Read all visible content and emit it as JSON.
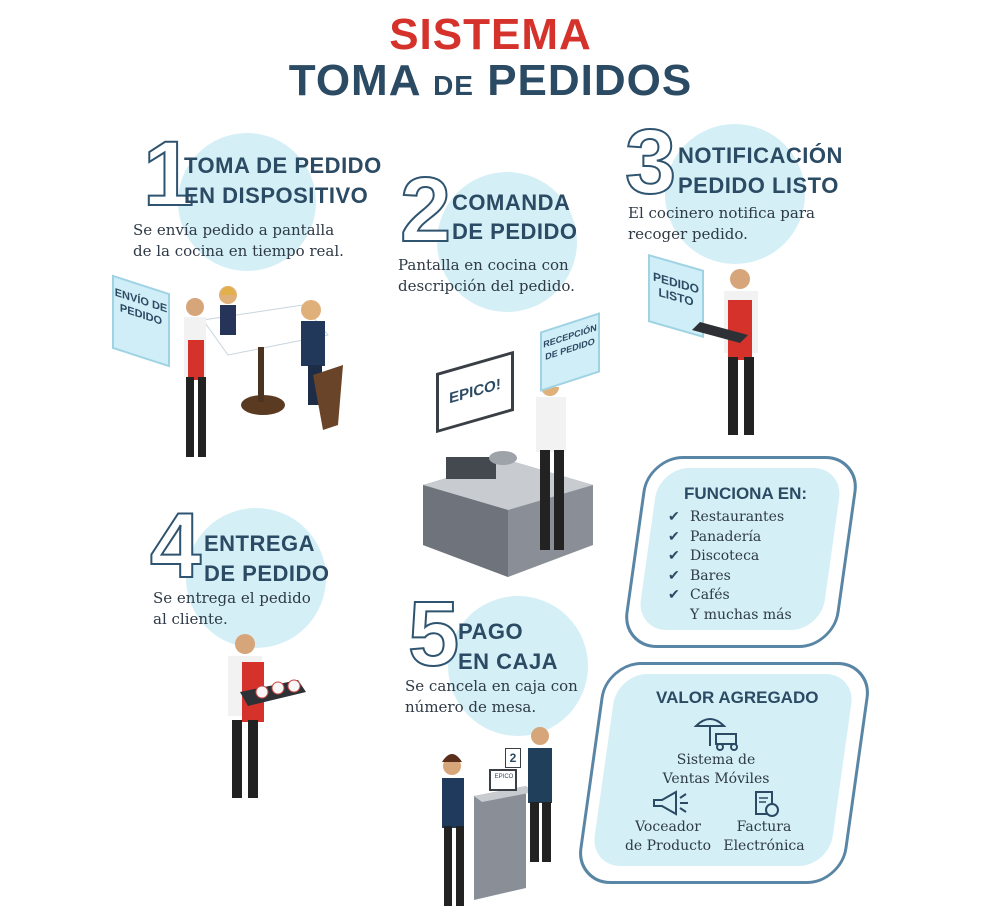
{
  "title": {
    "line1": "SISTEMA",
    "line2a": "TOMA ",
    "line2b": "DE",
    "line2c": " PEDIDOS"
  },
  "steps": [
    {
      "num": "1",
      "head1": "TOMA DE PEDIDO",
      "head2": "EN DISPOSITIVO",
      "desc1": "Se envía pedido a pantalla",
      "desc2": "de la cocina en tiempo real.",
      "sign": "ENVÍO DE PEDIDO"
    },
    {
      "num": "2",
      "head1": "COMANDA",
      "head2": "DE PEDIDO",
      "desc1": "Pantalla en cocina con",
      "desc2": "descripción del pedido.",
      "sign": "RECEPCIÓN DE PEDIDO",
      "screen": "EPICO!"
    },
    {
      "num": "3",
      "head1": "NOTIFICACIÓN",
      "head2": "PEDIDO LISTO",
      "desc1": "El cocinero notifica para",
      "desc2": "recoger pedido.",
      "sign": "PEDIDO LISTO"
    },
    {
      "num": "4",
      "head1": "ENTREGA",
      "head2": "DE PEDIDO",
      "desc1": "Se entrega el pedido",
      "desc2": "al cliente."
    },
    {
      "num": "5",
      "head1": "PAGO",
      "head2": "EN CAJA",
      "desc1": "Se cancela en caja con",
      "desc2": "número de mesa.",
      "card": "2",
      "register": "EPICO"
    }
  ],
  "funciona": {
    "title": "FUNCIONA EN:",
    "items": [
      "Restaurantes",
      "Panadería",
      "Discoteca",
      "Bares",
      "Cafés"
    ],
    "extra": "Y muchas más"
  },
  "valor": {
    "title": "VALOR AGREGADO",
    "item1a": "Sistema de",
    "item1b": "Ventas Móviles",
    "item2a": "Voceador",
    "item2b": "de Producto",
    "item3a": "Factura",
    "item3b": "Electrónica"
  },
  "colors": {
    "red": "#d4322b",
    "navy": "#2b4a63",
    "bubble": "#d4eff6",
    "panelBorder": "#5a86a6"
  }
}
